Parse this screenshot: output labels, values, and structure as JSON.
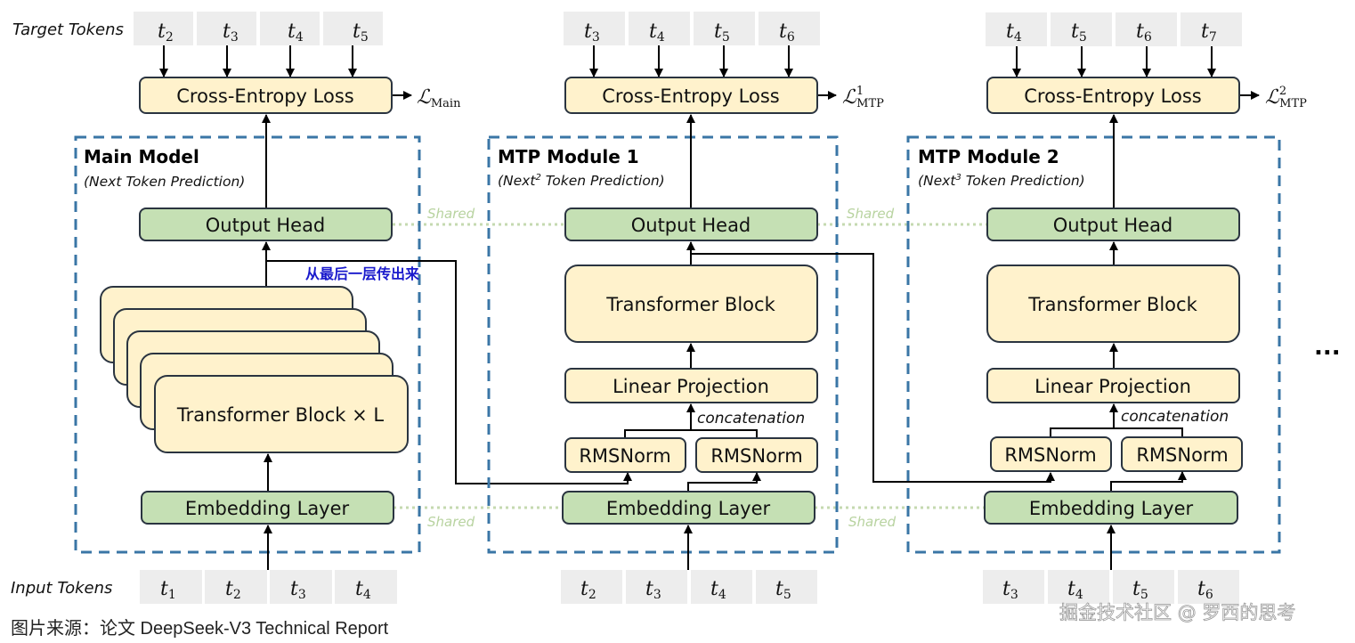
{
  "labels": {
    "target_tokens": "Target Tokens",
    "input_tokens": "Input Tokens",
    "shared": "Shared",
    "concatenation": "concatenation",
    "ellipsis": "...",
    "annotation": "从最后一层传出来",
    "caption": "图片来源：论文 DeepSeek-V3 Technical Report",
    "watermark": "掘金技术社区 @ 罗西的思考"
  },
  "modules": [
    {
      "title": "Main Model",
      "subtitle_pre": "(Next",
      "subtitle_sup": "",
      "subtitle_post": " Token Prediction)",
      "loss_box": "Cross-Entropy Loss",
      "loss_symbol": "ℒ",
      "loss_sub": "Main",
      "loss_sup": "",
      "output_head": "Output Head",
      "transformer": "Transformer Block × L",
      "embedding": "Embedding Layer",
      "target_tokens": [
        {
          "t": "t",
          "s": "2"
        },
        {
          "t": "t",
          "s": "3"
        },
        {
          "t": "t",
          "s": "4"
        },
        {
          "t": "t",
          "s": "5"
        }
      ],
      "input_tokens": [
        {
          "t": "t",
          "s": "1"
        },
        {
          "t": "t",
          "s": "2"
        },
        {
          "t": "t",
          "s": "3"
        },
        {
          "t": "t",
          "s": "4"
        }
      ]
    },
    {
      "title": "MTP Module 1",
      "subtitle_pre": "(Next",
      "subtitle_sup": "2",
      "subtitle_post": " Token Prediction)",
      "loss_box": "Cross-Entropy Loss",
      "loss_symbol": "ℒ",
      "loss_sub": "MTP",
      "loss_sup": "1",
      "output_head": "Output Head",
      "transformer": "Transformer Block",
      "linear": "Linear Projection",
      "rmsnorm_left": "RMSNorm",
      "rmsnorm_right": "RMSNorm",
      "embedding": "Embedding Layer",
      "target_tokens": [
        {
          "t": "t",
          "s": "3"
        },
        {
          "t": "t",
          "s": "4"
        },
        {
          "t": "t",
          "s": "5"
        },
        {
          "t": "t",
          "s": "6"
        }
      ],
      "input_tokens": [
        {
          "t": "t",
          "s": "2"
        },
        {
          "t": "t",
          "s": "3"
        },
        {
          "t": "t",
          "s": "4"
        },
        {
          "t": "t",
          "s": "5"
        }
      ]
    },
    {
      "title": "MTP Module 2",
      "subtitle_pre": "(Next",
      "subtitle_sup": "3",
      "subtitle_post": " Token Prediction)",
      "loss_box": "Cross-Entropy Loss",
      "loss_symbol": "ℒ",
      "loss_sub": "MTP",
      "loss_sup": "2",
      "output_head": "Output Head",
      "transformer": "Transformer Block",
      "linear": "Linear Projection",
      "rmsnorm_left": "RMSNorm",
      "rmsnorm_right": "RMSNorm",
      "embedding": "Embedding Layer",
      "target_tokens": [
        {
          "t": "t",
          "s": "4"
        },
        {
          "t": "t",
          "s": "5"
        },
        {
          "t": "t",
          "s": "6"
        },
        {
          "t": "t",
          "s": "7"
        }
      ],
      "input_tokens": [
        {
          "t": "t",
          "s": "3"
        },
        {
          "t": "t",
          "s": "4"
        },
        {
          "t": "t",
          "s": "5"
        },
        {
          "t": "t",
          "s": "6"
        }
      ]
    }
  ],
  "colors": {
    "transformer_fill": "#fff2cc",
    "green_fill": "#c5e0b4",
    "token_fill": "#ededed",
    "module_border": "#3a76a6",
    "shared": "#b8d3a0",
    "annotation": "#1a1acc"
  }
}
